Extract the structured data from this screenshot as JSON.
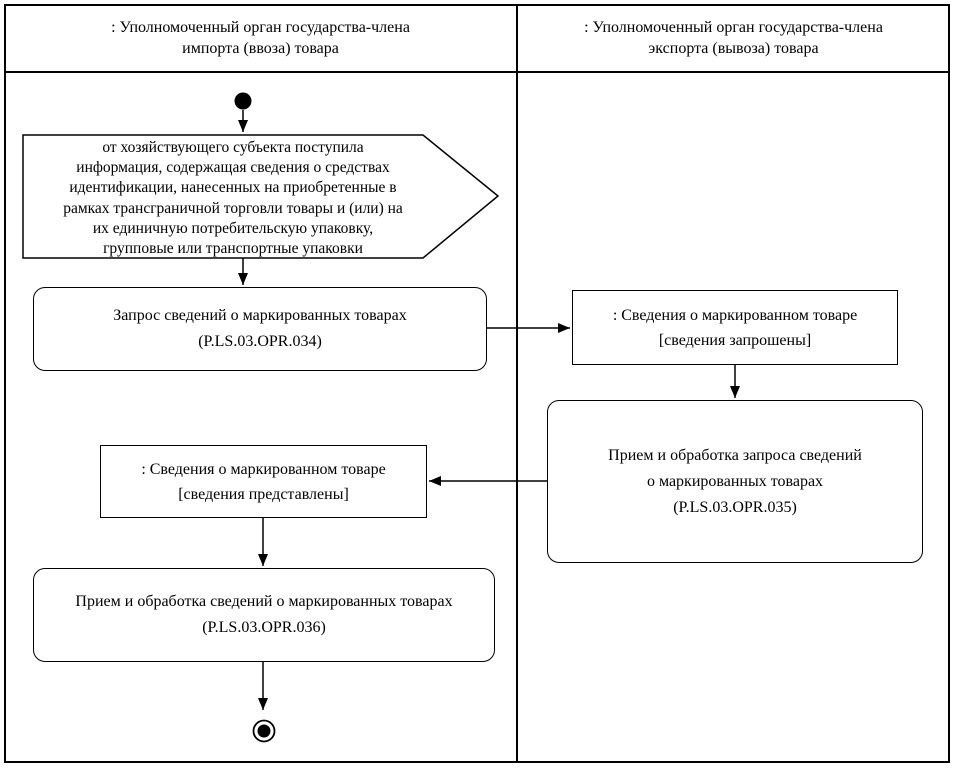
{
  "diagram": {
    "lanes": [
      {
        "title_line1": ": Уполномоченный орган государства-члена",
        "title_line2": "импорта (ввоза) товара"
      },
      {
        "title_line1": ": Уполномоченный орган государства-члена",
        "title_line2": "экспорта (вывоза) товара"
      }
    ],
    "nodes": {
      "signal": {
        "lines": [
          "от хозяйствующего субъекта поступила",
          "информация, содержащая сведения о средствах",
          "идентификации, нанесенных на приобретенные в",
          "рамках трансграничной торговли товары и (или) на",
          "их единичную потребительскую упаковку,",
          "групповые или транспортные упаковки"
        ]
      },
      "action_034": {
        "title": "Запрос сведений о маркированных товарах",
        "code": "(P.LS.03.OPR.034)"
      },
      "object_requested": {
        "title": ": Сведения о маркированном товаре",
        "state": "[сведения запрошены]"
      },
      "action_035": {
        "title_line1": "Прием и обработка запроса сведений",
        "title_line2": "о маркированных товарах",
        "code": "(P.LS.03.OPR.035)"
      },
      "object_provided": {
        "title": ": Сведения о маркированном товаре",
        "state": "[сведения представлены]"
      },
      "action_036": {
        "title": "Прием и обработка сведений о маркированных товарах",
        "code": "(P.LS.03.OPR.036)"
      }
    },
    "colors": {
      "line": "#000000",
      "background": "#ffffff"
    }
  }
}
